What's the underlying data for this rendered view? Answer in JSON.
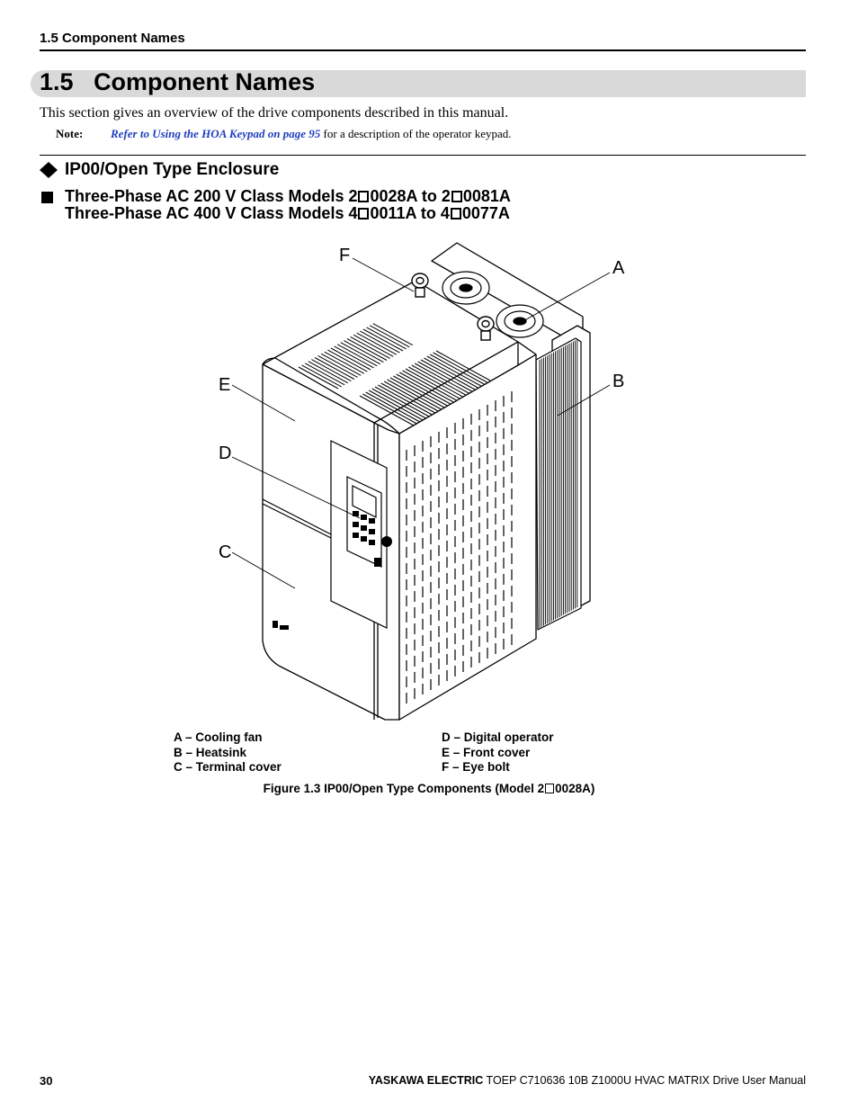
{
  "running_header": "1.5  Component Names",
  "section": {
    "number": "1.5",
    "title": "Component Names"
  },
  "intro": "This section gives an overview of the drive components described in this manual.",
  "note": {
    "label": "Note:",
    "link_text": "Refer to Using the HOA Keypad on page 95",
    "rest_text": " for a description of the operator keypad."
  },
  "subsection": {
    "title": "IP00/Open Type Enclosure"
  },
  "subsubsection": {
    "line1_a": "Three-Phase AC 200 V Class Models 2",
    "line1_b": "0028A to 2",
    "line1_c": "0081A",
    "line2_a": "Three-Phase AC 400 V Class Models 4",
    "line2_b": "0011A to 4",
    "line2_c": "0077A"
  },
  "callouts": {
    "A": "A",
    "B": "B",
    "C": "C",
    "D": "D",
    "E": "E",
    "F": "F"
  },
  "legend": {
    "left": [
      "A – Cooling fan",
      "B – Heatsink",
      "C – Terminal cover"
    ],
    "right": [
      "D – Digital operator",
      "E – Front cover",
      "F – Eye bolt"
    ]
  },
  "caption": {
    "a": "Figure 1.3  IP00/Open Type Components (Model 2",
    "b": "0028A)"
  },
  "footer": {
    "page_number": "30",
    "brand": "YASKAWA ELECTRIC",
    "doc": " TOEP C710636 10B Z1000U HVAC MATRIX Drive User Manual"
  },
  "colors": {
    "link": "#1f3fbf",
    "section_bar": "#d9d9d9"
  }
}
